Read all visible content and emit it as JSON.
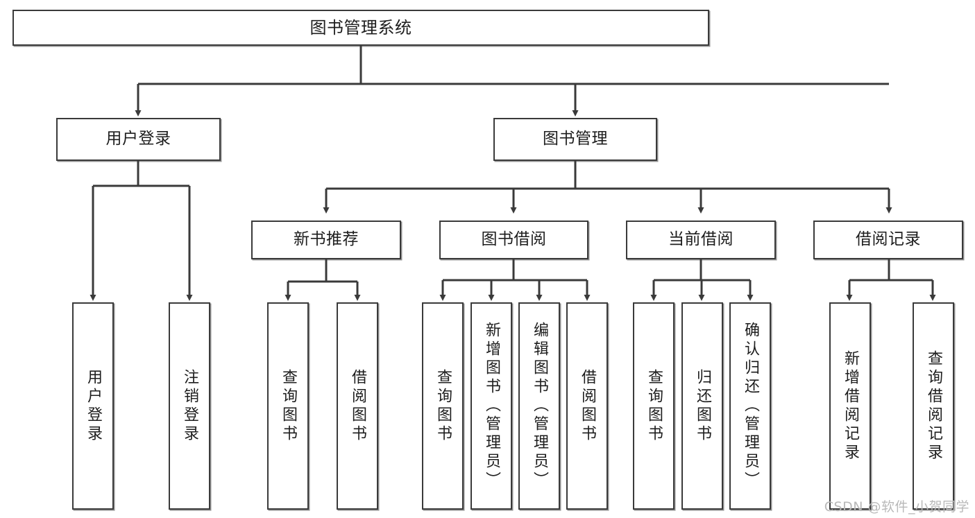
{
  "diagram": {
    "title": "图书管理系统",
    "type": "tree",
    "watermark": "CSDN @软件_小贺同学",
    "line_color": "#3a3a3a",
    "box_fill": "#ffffff",
    "text_color": "#1d1d1d",
    "root": {
      "label": "图书管理系统"
    },
    "level2": [
      {
        "label": "用户登录"
      },
      {
        "label": "图书管理"
      }
    ],
    "level3": [
      {
        "label": "新书推荐"
      },
      {
        "label": "图书借阅"
      },
      {
        "label": "当前借阅"
      },
      {
        "label": "借阅记录"
      }
    ],
    "leaves": {
      "user_login": [
        {
          "label": "用户登录"
        },
        {
          "label": "注销登录"
        }
      ],
      "new_book_recommend": [
        {
          "label": "查询图书"
        },
        {
          "label": "借阅图书"
        }
      ],
      "book_borrow": [
        {
          "label": "查询图书"
        },
        {
          "label": "新增图书（管理员）"
        },
        {
          "label": "编辑图书（管理员）"
        },
        {
          "label": "借阅图书"
        }
      ],
      "current_borrow": [
        {
          "label": "查询图书"
        },
        {
          "label": "归还图书"
        },
        {
          "label": "确认归还（管理员）"
        }
      ],
      "borrow_record": [
        {
          "label": "新增借阅记录"
        },
        {
          "label": "查询借阅记录"
        }
      ]
    }
  }
}
